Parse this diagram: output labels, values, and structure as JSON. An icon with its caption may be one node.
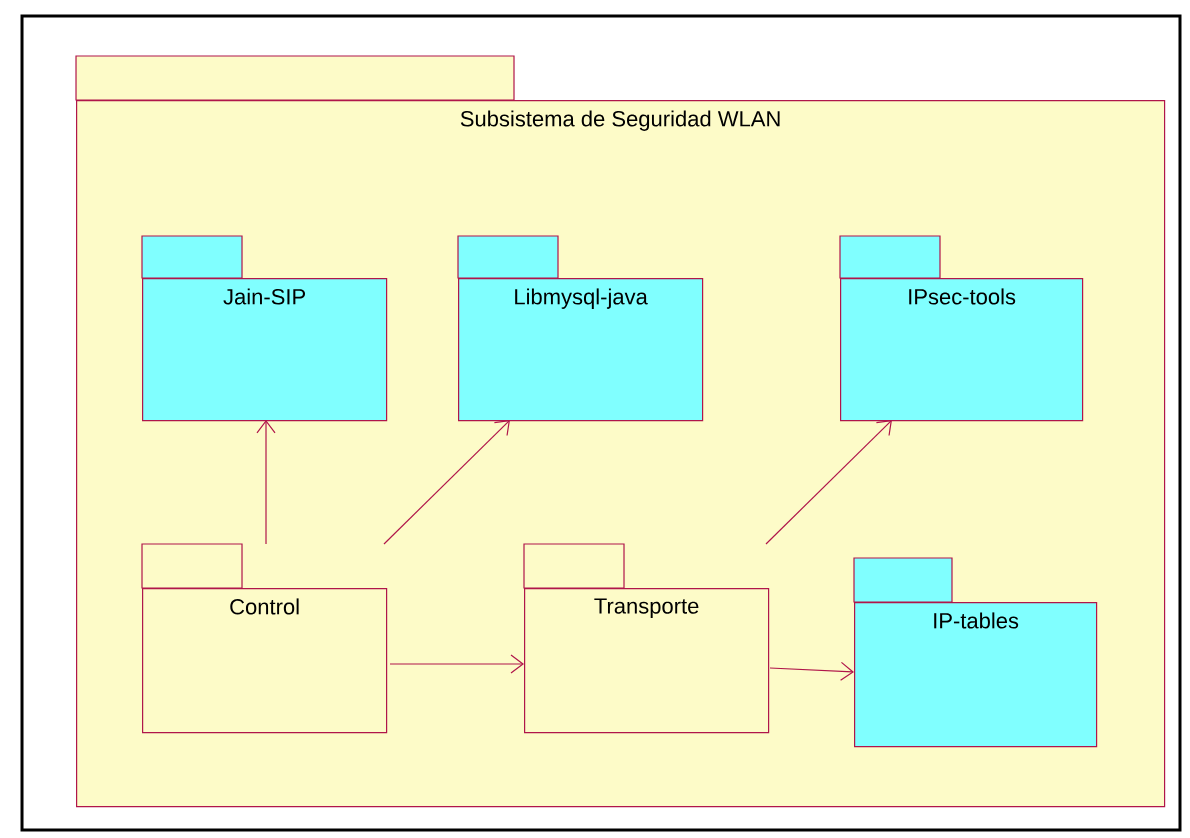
{
  "diagram": {
    "nodes": [
      {
        "text": [
          "Subsistema de Seguridad WLAN"
        ]
      },
      {
        "text": [
          "Jain-SIP"
        ],
        "in": 0
      },
      {
        "text": [
          "Libmysql-java"
        ],
        "in": 0
      },
      {
        "text": [
          "IPsec-tools"
        ],
        "in": 0
      },
      {
        "text": [
          "Control"
        ],
        "in": 0
      },
      {
        "text": [
          "Transporte"
        ],
        "in": 0
      },
      {
        "text": [
          "IP-tables"
        ],
        "in": 0
      }
    ],
    "edges": [
      {
        "from": 4,
        "to": 1,
        "arrow": "to"
      },
      {
        "from": 4,
        "to": 2,
        "arrow": "to"
      },
      {
        "from": 4,
        "to": 5,
        "arrow": "to"
      },
      {
        "from": 5,
        "to": 3,
        "arrow": "to"
      },
      {
        "from": 5,
        "to": 6,
        "arrow": "to"
      }
    ]
  }
}
